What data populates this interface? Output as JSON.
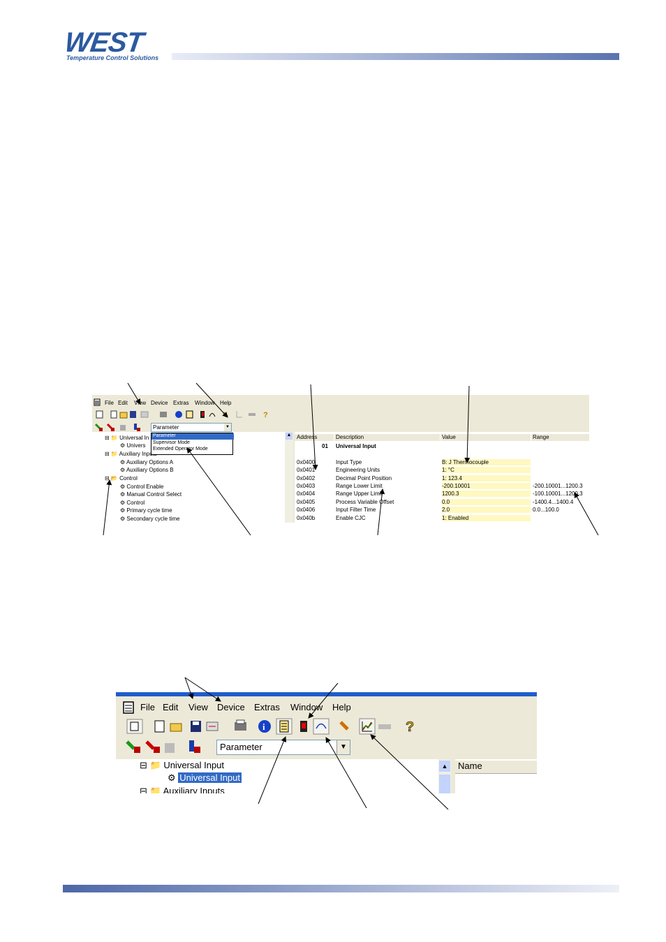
{
  "header": {
    "logo_text": "WEST",
    "tagline": "Temperature Control Solutions"
  },
  "screenshot1": {
    "menu": [
      "File",
      "Edit",
      "View",
      "Device",
      "Extras",
      "Window",
      "Help"
    ],
    "mode_select": {
      "value": "Parameter",
      "options": [
        "Parameter",
        "Supervisor Mode",
        "Extended Operator Mode"
      ]
    },
    "tree": [
      {
        "label": "Universal In",
        "level": 0
      },
      {
        "label": "Univers",
        "level": 1
      },
      {
        "label": "Auxiliary Inputs",
        "level": 0
      },
      {
        "label": "Auxiliary Options A",
        "level": 1
      },
      {
        "label": "Auxiliary Options B",
        "level": 1
      },
      {
        "label": "Control",
        "level": 0
      },
      {
        "label": "Control Enable",
        "level": 1
      },
      {
        "label": "Manual Control Select",
        "level": 1
      },
      {
        "label": "Control",
        "level": 1
      },
      {
        "label": "Primary cycle time",
        "level": 1
      },
      {
        "label": "Secondary cycle time",
        "level": 1
      }
    ],
    "columns": [
      "Address",
      "Description",
      "Value",
      "Range"
    ],
    "group": {
      "num": "01",
      "name": "Universal Input"
    },
    "rows": [
      {
        "address": "0x0400",
        "description": "Input Type",
        "value": "B: J Thermocouple",
        "range": ""
      },
      {
        "address": "0x0401",
        "description": "Engineering Units",
        "value": "1: °C",
        "range": ""
      },
      {
        "address": "0x0402",
        "description": "Decimal Point Position",
        "value": "1: 123.4",
        "range": ""
      },
      {
        "address": "0x0403",
        "description": "Range Lower Limit",
        "value": "-200.10001",
        "range": "-200.10001...1200.3"
      },
      {
        "address": "0x0404",
        "description": "Range Upper Limit",
        "value": "1200.3",
        "range": "-100.10001...1200.3"
      },
      {
        "address": "0x0405",
        "description": "Process Variable Offset",
        "value": "0.0",
        "range": "-1400.4...1400.4"
      },
      {
        "address": "0x0406",
        "description": "Input Filter Time",
        "value": "2.0",
        "range": "0.0...100.0"
      },
      {
        "address": "0x040b",
        "description": "Enable CJC",
        "value": "1: Enabled",
        "range": ""
      }
    ]
  },
  "screenshot2": {
    "menu": [
      "File",
      "Edit",
      "View",
      "Device",
      "Extras",
      "Window",
      "Help"
    ],
    "mode_select": {
      "value": "Parameter"
    },
    "tree": [
      {
        "label": "Universal Input"
      },
      {
        "label": "Universal Input"
      },
      {
        "label": "Auxiliary Inputs"
      }
    ],
    "grid_header": "Name",
    "info_icon_glyph": "i",
    "help_icon_glyph": "?"
  },
  "colors": {
    "brand_blue": "#2c5aa0",
    "value_cell": "#fff8c0",
    "toolbar_bg": "#ece9d8"
  }
}
